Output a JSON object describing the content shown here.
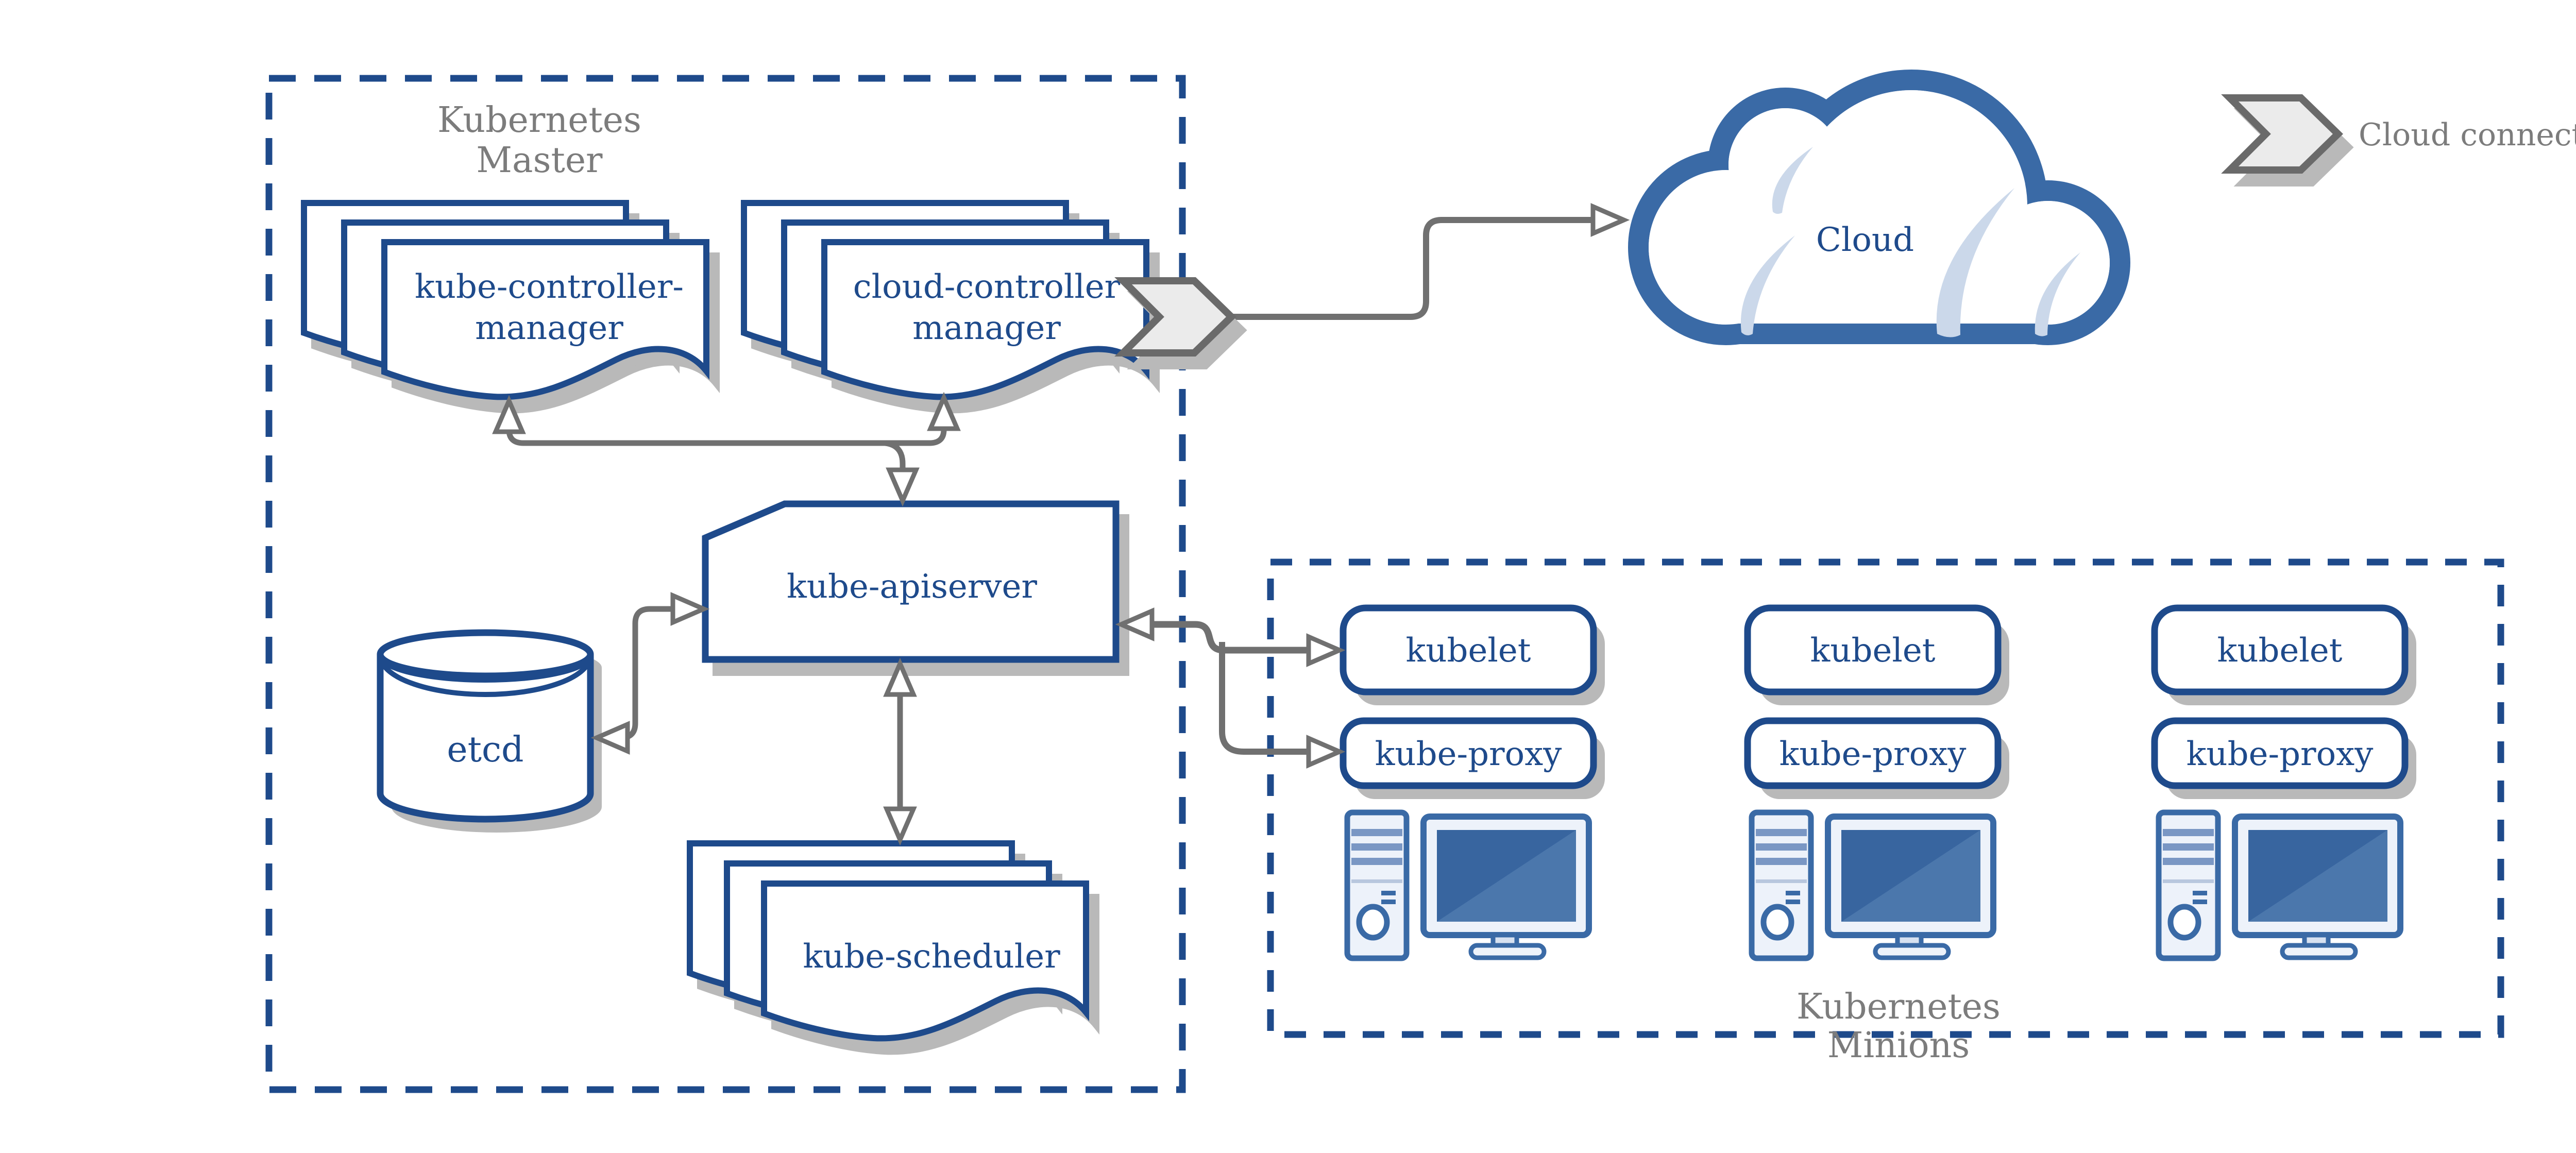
{
  "master": {
    "label_line1": "Kubernetes",
    "label_line2": "Master",
    "kube_controller_manager_line1": "kube-controller-",
    "kube_controller_manager_line2": "manager",
    "cloud_controller_manager_line1": "cloud-controller",
    "cloud_controller_manager_line2": "manager",
    "kube_apiserver": "kube-apiserver",
    "etcd": "etcd",
    "kube_scheduler": "kube-scheduler"
  },
  "cloud": {
    "label": "Cloud"
  },
  "legend": {
    "label": "Cloud connector"
  },
  "minions": {
    "label_line1": "Kubernetes",
    "label_line2": "Minions",
    "columns": [
      {
        "kubelet": "kubelet",
        "kube_proxy": "kube-proxy"
      },
      {
        "kubelet": "kubelet",
        "kube_proxy": "kube-proxy"
      },
      {
        "kubelet": "kubelet",
        "kube_proxy": "kube-proxy"
      }
    ]
  },
  "colors": {
    "navy": "#1e4a8b",
    "steel_blue": "#3a6aa6",
    "light_panel": "#edf2fa",
    "screen_blue": "#38659f",
    "screen_sheen": "#4b77ac",
    "cloud_sliver": "#cbd8ea",
    "arrow_gray": "#707070",
    "label_gray": "#7c7c7c",
    "shadow_gray": "#b9b9b9",
    "chevron_fill": "#ebebeb"
  }
}
